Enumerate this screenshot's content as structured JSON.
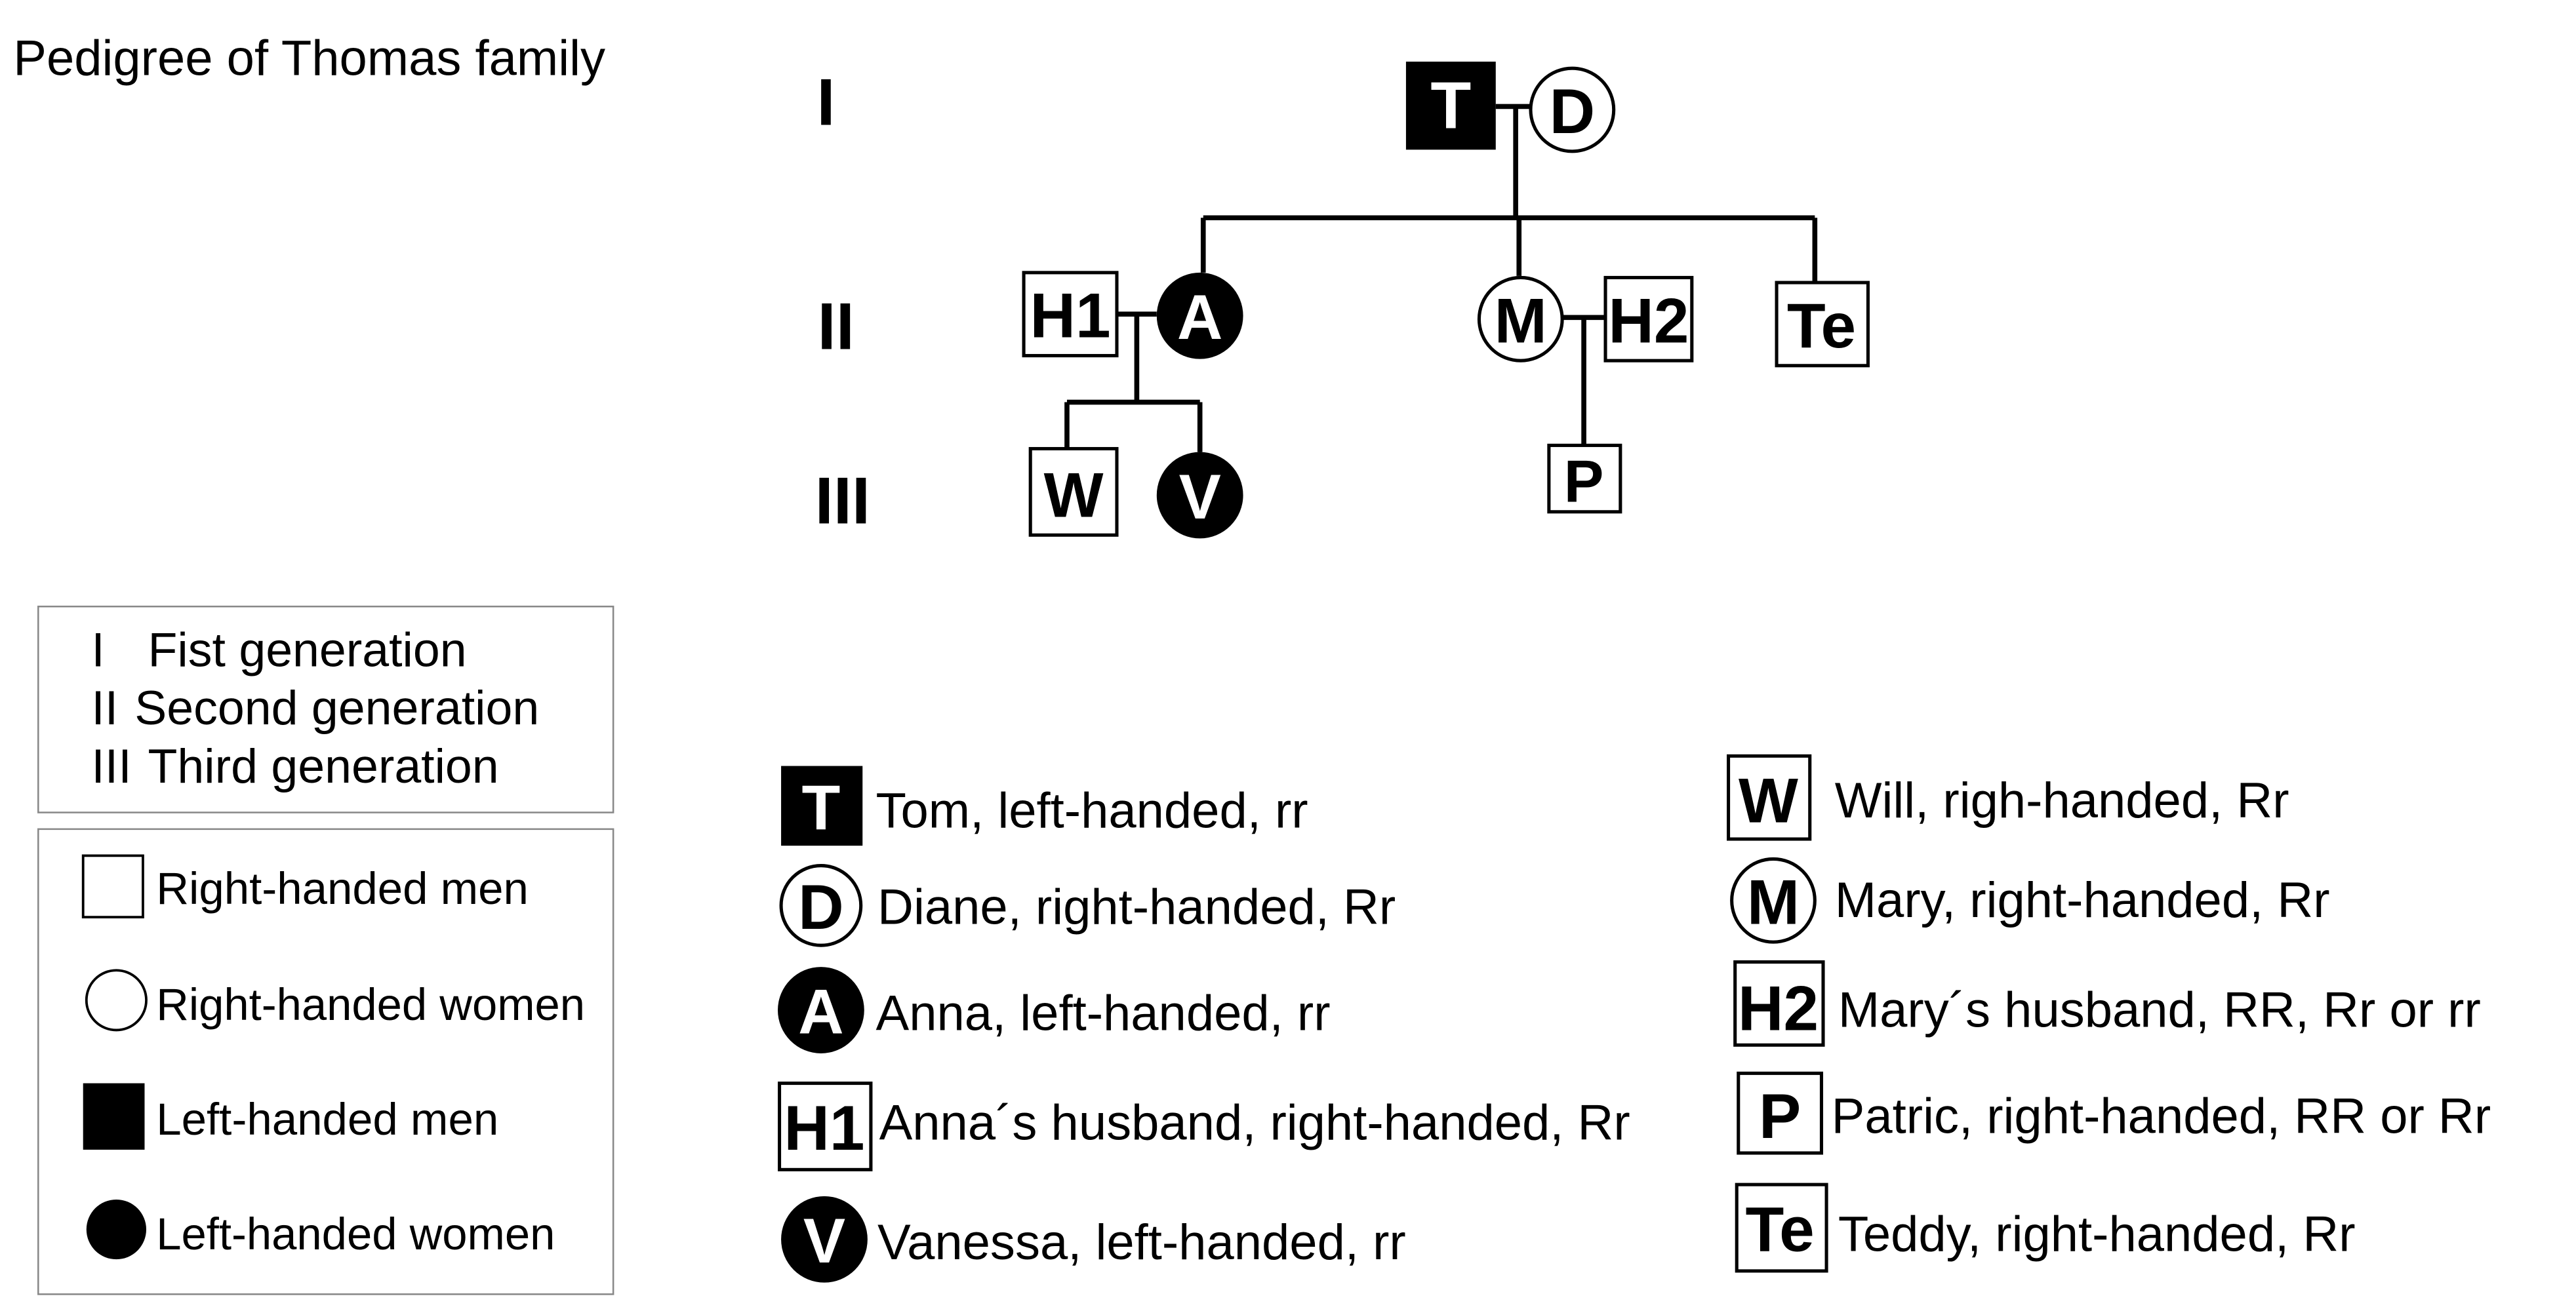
{
  "title": "Pedigree of Thomas family",
  "generations": {
    "labels": [
      "I",
      "II",
      "III"
    ],
    "legend": [
      {
        "numeral": "I",
        "text": "Fist generation"
      },
      {
        "numeral": "II",
        "text": "Second generation"
      },
      {
        "numeral": "III",
        "text": "Third generation"
      }
    ]
  },
  "symbol_legend": {
    "right_men": "Right-handed men",
    "right_women": "Right-handed women",
    "left_men": "Left-handed men",
    "left_women": "Left-handed women"
  },
  "individuals": {
    "T": {
      "code": "T",
      "description": "Tom, left-handed, rr"
    },
    "D": {
      "code": "D",
      "description": "Diane, right-handed, Rr"
    },
    "A": {
      "code": "A",
      "description": "Anna, left-handed, rr"
    },
    "H1": {
      "code": "H1",
      "description": "Anna´s husband, right-handed, Rr"
    },
    "V": {
      "code": "V",
      "description": "Vanessa, left-handed, rr"
    },
    "W": {
      "code": "W",
      "description": "Will, righ-handed, Rr"
    },
    "M": {
      "code": "M",
      "description": "Mary, right-handed, Rr"
    },
    "H2": {
      "code": "H2",
      "description": "Mary´s husband, RR, Rr or rr"
    },
    "P": {
      "code": "P",
      "description": "Patric, right-handed, RR or Rr"
    },
    "Te": {
      "code": "Te",
      "description": "Teddy, right-handed, Rr"
    }
  },
  "colors": {
    "ink": "#000000",
    "paper": "#ffffff",
    "frame": "#888888"
  }
}
